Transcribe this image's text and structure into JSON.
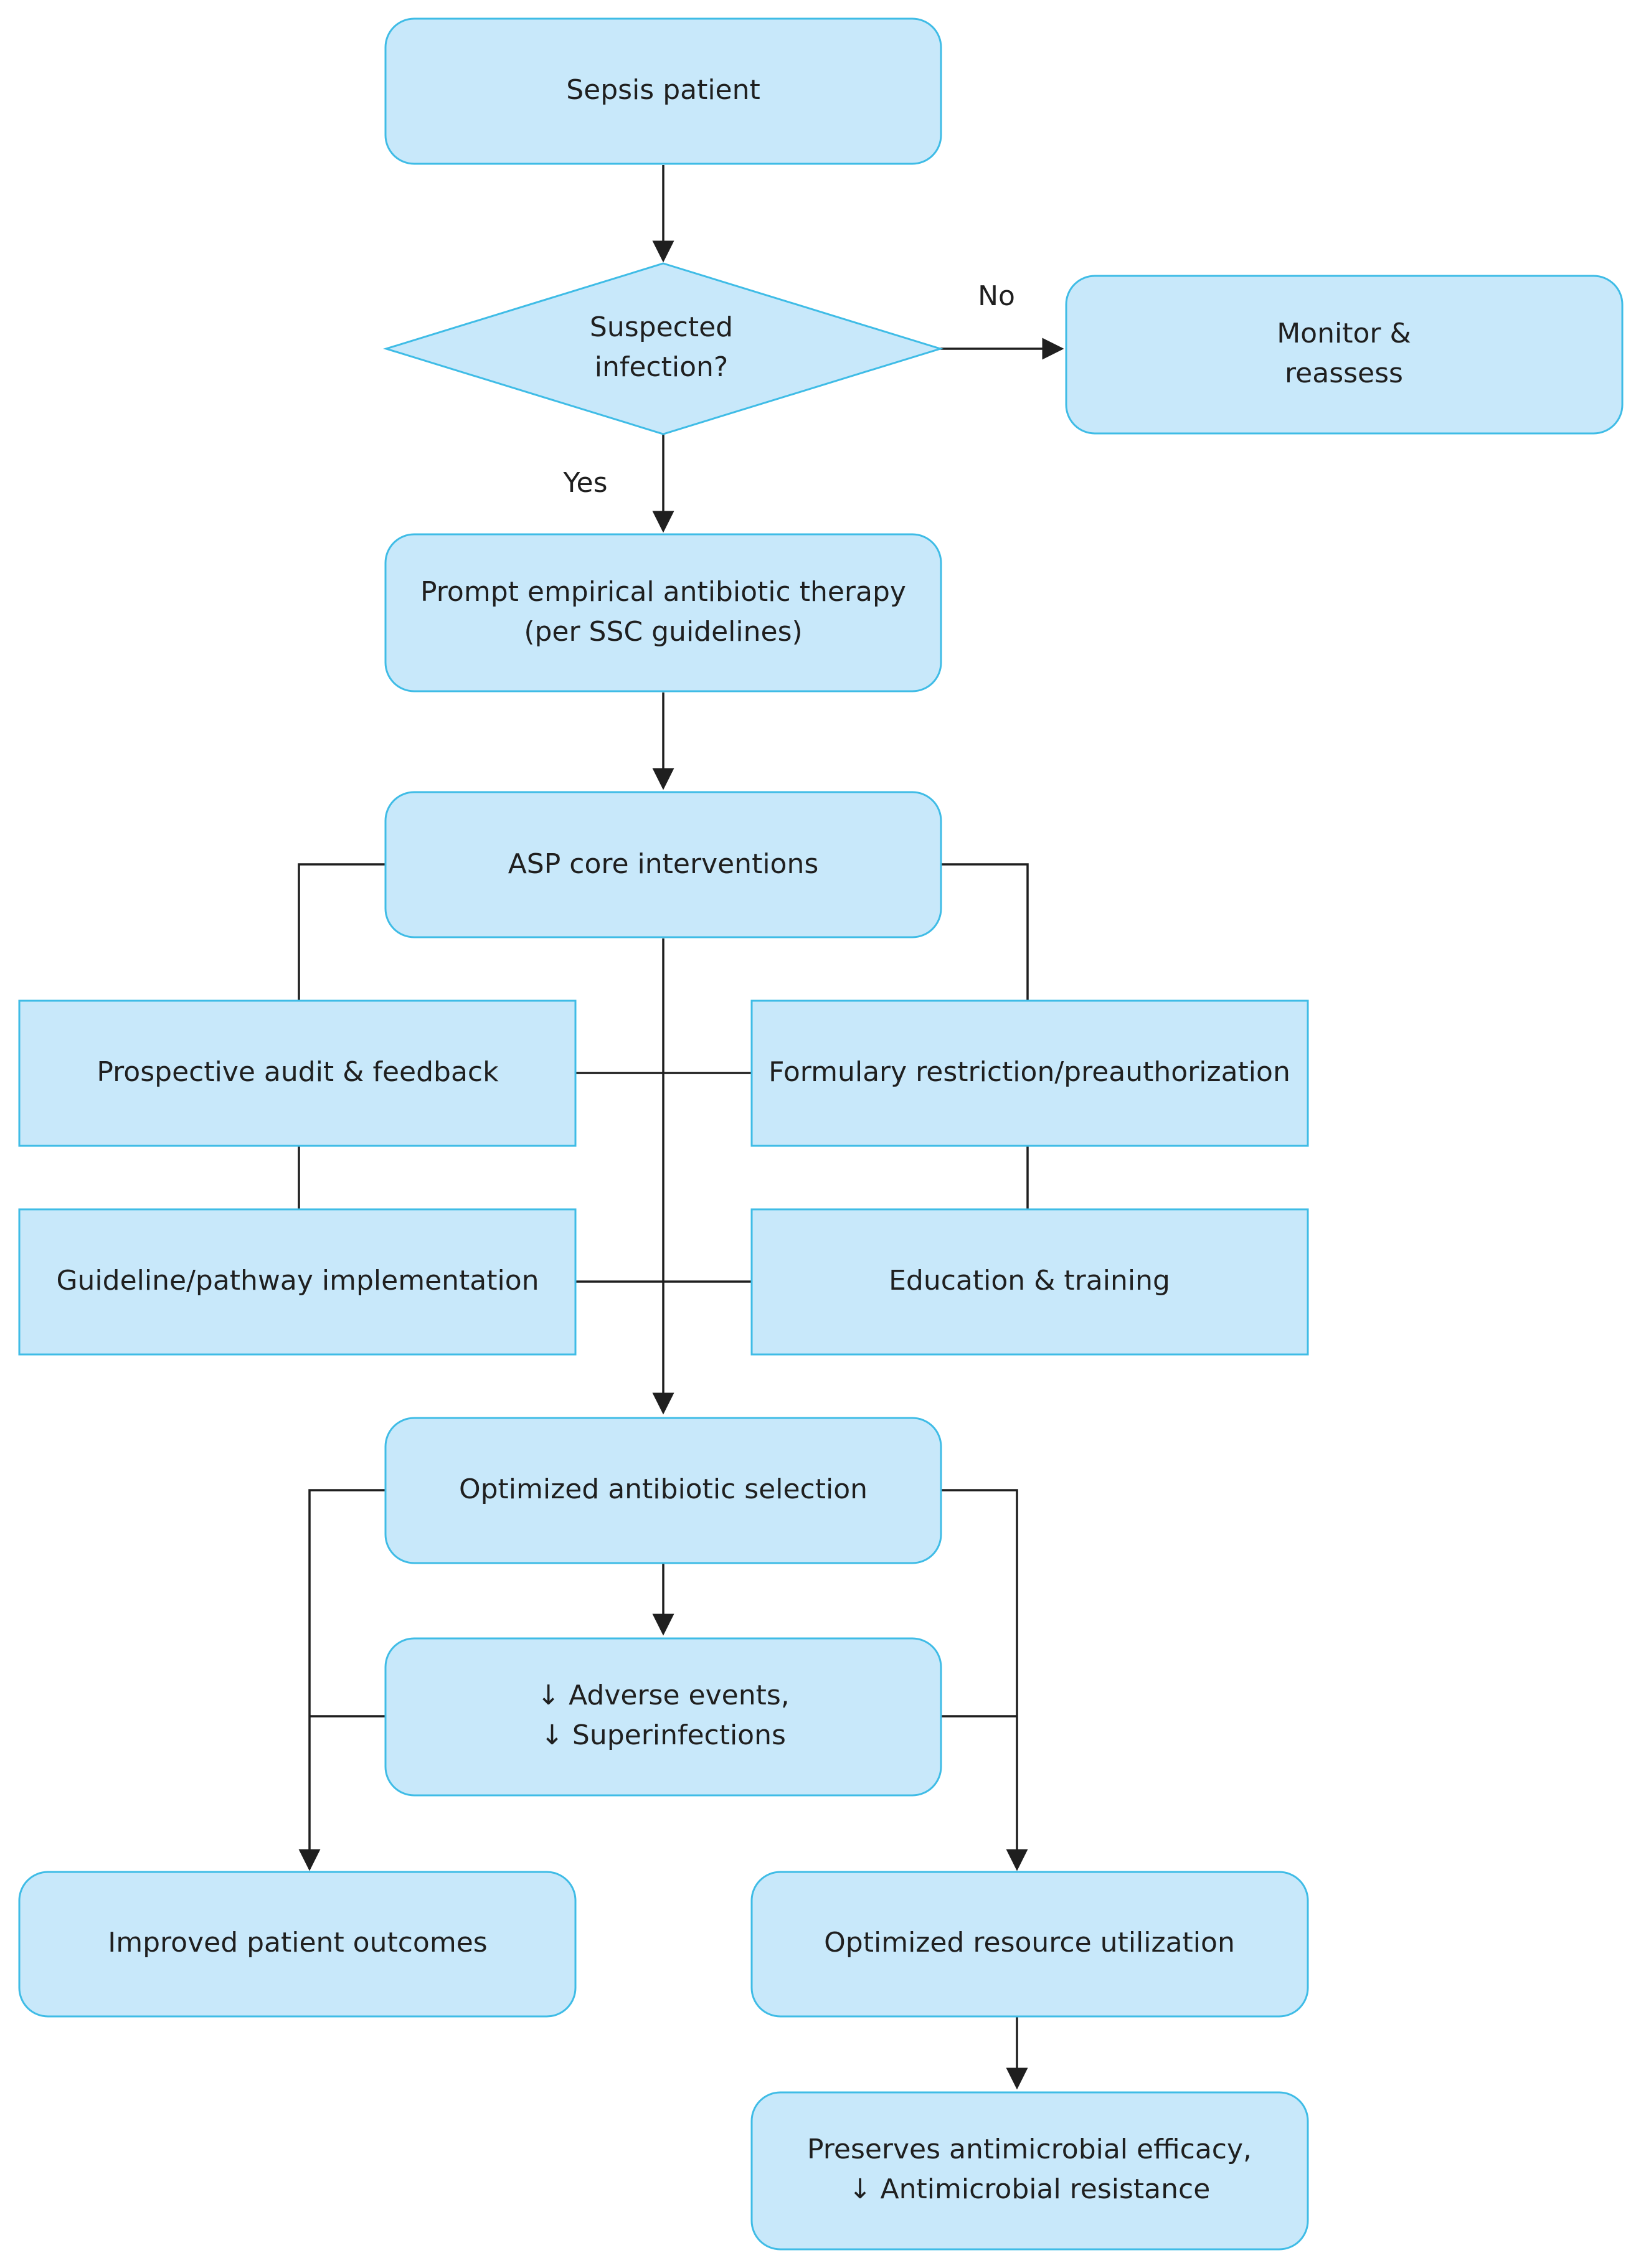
{
  "diagram": {
    "colors": {
      "box_fill": "#c8e8fa",
      "box_stroke": "#3fbce6",
      "line": "#1f1f1f",
      "text": "#1f1f1f"
    },
    "nodes": {
      "sepsis": {
        "lines": [
          "Sepsis patient"
        ]
      },
      "suspected": {
        "lines": [
          "Suspected",
          "infection?"
        ]
      },
      "monitor": {
        "lines": [
          "Monitor &",
          "reassess"
        ]
      },
      "empirical": {
        "lines": [
          "Prompt empirical antibiotic therapy",
          "(per SSC guidelines)"
        ]
      },
      "asp": {
        "lines": [
          "ASP core interventions"
        ]
      },
      "audit": {
        "lines": [
          "Prospective audit & feedback"
        ]
      },
      "formulary": {
        "lines": [
          "Formulary restriction/preauthorization"
        ]
      },
      "guideline": {
        "lines": [
          "Guideline/pathway implementation"
        ]
      },
      "education": {
        "lines": [
          "Education & training"
        ]
      },
      "optimized_selection": {
        "lines": [
          "Optimized antibiotic selection"
        ]
      },
      "adverse": {
        "lines": [
          "↓ Adverse events,",
          "↓ Superinfections"
        ]
      },
      "outcomes": {
        "lines": [
          "Improved patient outcomes"
        ]
      },
      "resource": {
        "lines": [
          "Optimized resource utilization"
        ]
      },
      "preserves": {
        "lines": [
          "Preserves antimicrobial efficacy,",
          "↓ Antimicrobial resistance"
        ]
      }
    },
    "edge_labels": {
      "no": "No",
      "yes": "Yes"
    }
  }
}
